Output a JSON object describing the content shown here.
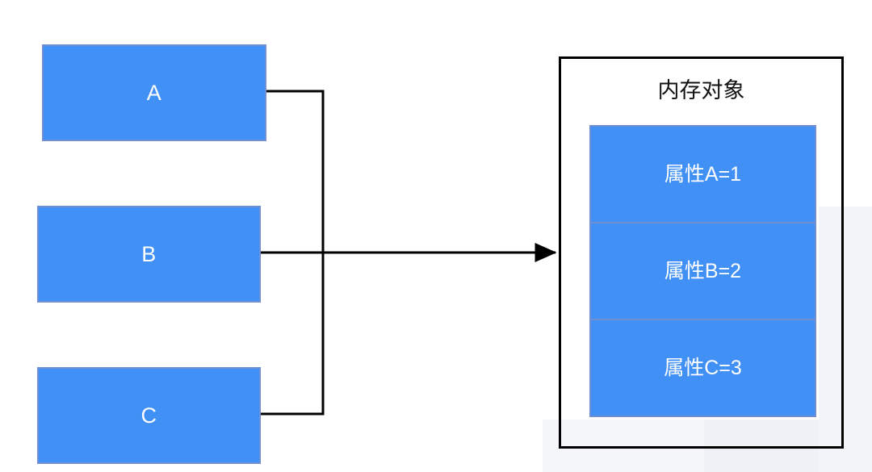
{
  "diagram": {
    "title_text": "内存对象",
    "sources": [
      {
        "label": "A",
        "name": "source-box-a"
      },
      {
        "label": "B",
        "name": "source-box-b"
      },
      {
        "label": "C",
        "name": "source-box-c"
      }
    ],
    "properties": [
      {
        "label": "属性A=1"
      },
      {
        "label": "属性B=2"
      },
      {
        "label": "属性C=3"
      }
    ],
    "connector": {
      "kind": "arrow",
      "from": [
        "A",
        "B",
        "C"
      ],
      "to": "内存对象",
      "direction": "right"
    },
    "colors": {
      "box_fill": "#4190f5",
      "box_border": "#6f8fd2",
      "box_text": "#ffffff",
      "container_border": "#000000",
      "connector": "#000000",
      "background": "#ffffff",
      "watermark": "#f1f4f8"
    }
  }
}
